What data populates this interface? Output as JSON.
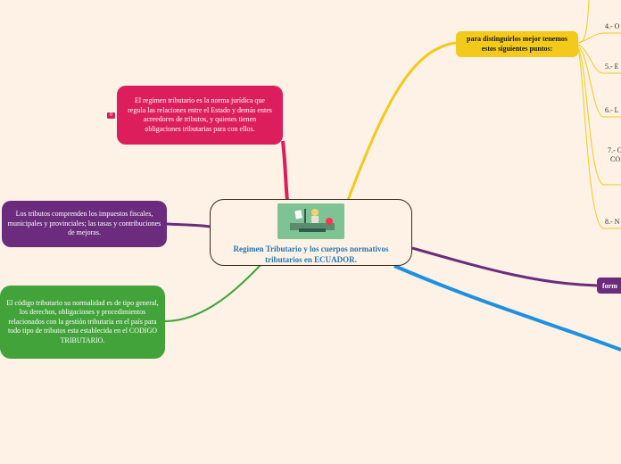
{
  "center": {
    "title": "Regimen Tributario y los cuerpos normativos tributarios en ECUADOR."
  },
  "nodes": {
    "pink": "El regimen tributario es la norma jurídica que regula las relaciones entre el Estado y demás entes acreedores de tributos, y quienes tienen obligaciones tributarias para con ellos.",
    "purple": "Los tributos comprenden los impuestos fiscales, municipales y provinciales; las tasas y contribuciones de mejoras.",
    "green": "El código tributario su normalidad es de tipo general, los derechos, obligaciones y procedimientos relacionados con la gestión tributaria en el país para todo tipo de tributos esta establecida en el CODIGO TRIBUTARIO.",
    "yellow": "para distinguirlos mejor tenemos estos siguientes puntos:",
    "formas": "form"
  },
  "items": {
    "item4": "4.- O",
    "item5": "5.- E",
    "item6": "6.- L",
    "item7a": "7.- C",
    "item7b": "CO",
    "item8": "8.- N"
  },
  "note_count": "0",
  "colors": {
    "pink": "#dd1e5c",
    "purple": "#6b2c7e",
    "green": "#43a33b",
    "yellow": "#f3c91c",
    "blue": "#1e90e0",
    "title": "#2877b5"
  }
}
